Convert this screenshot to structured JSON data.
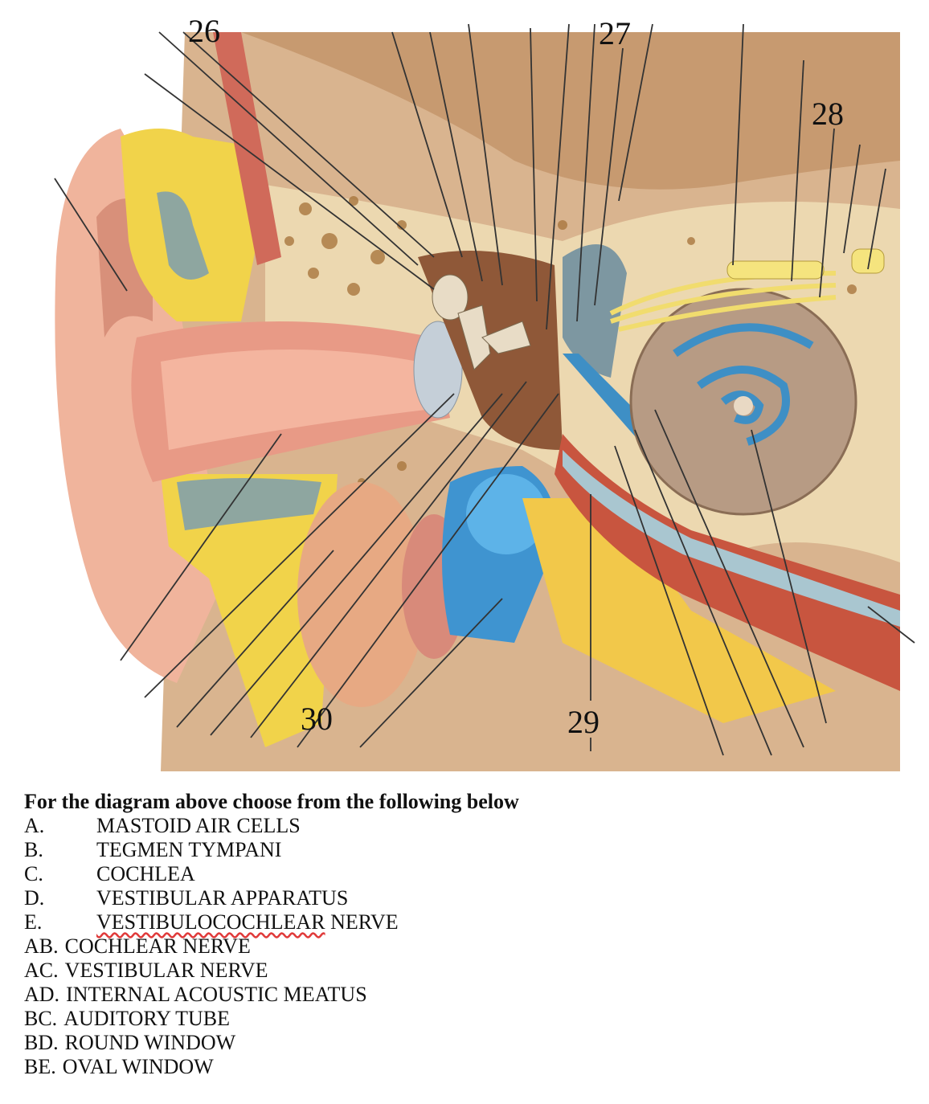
{
  "diagram": {
    "labels": [
      "26",
      "27",
      "28",
      "29",
      "30"
    ]
  },
  "question": {
    "heading": "For the diagram above choose from the following below",
    "options": [
      {
        "letter": "A.",
        "text": "MASTOID AIR CELLS"
      },
      {
        "letter": "B.",
        "text": "TEGMEN TYMPANI"
      },
      {
        "letter": "C.",
        "text": "COCHLEA"
      },
      {
        "letter": "D.",
        "text": "VESTIBULAR APPARATUS"
      },
      {
        "letter": "E.",
        "text_marked": "VESTIBULOCOCHLEAR",
        "text_rest": " NERVE"
      }
    ],
    "combined_options": [
      {
        "letter": "AB.",
        "text": "COCHLEAR NERVE"
      },
      {
        "letter": "AC.",
        "text": "VESTIBULAR NERVE"
      },
      {
        "letter": "AD.",
        "text": "INTERNAL ACOUSTIC MEATUS"
      },
      {
        "letter": "BC.",
        "text": "AUDITORY TUBE"
      },
      {
        "letter": "BD.",
        "text": "ROUND WINDOW"
      },
      {
        "letter": "BE.",
        "text": "OVAL WINDOW"
      }
    ]
  }
}
